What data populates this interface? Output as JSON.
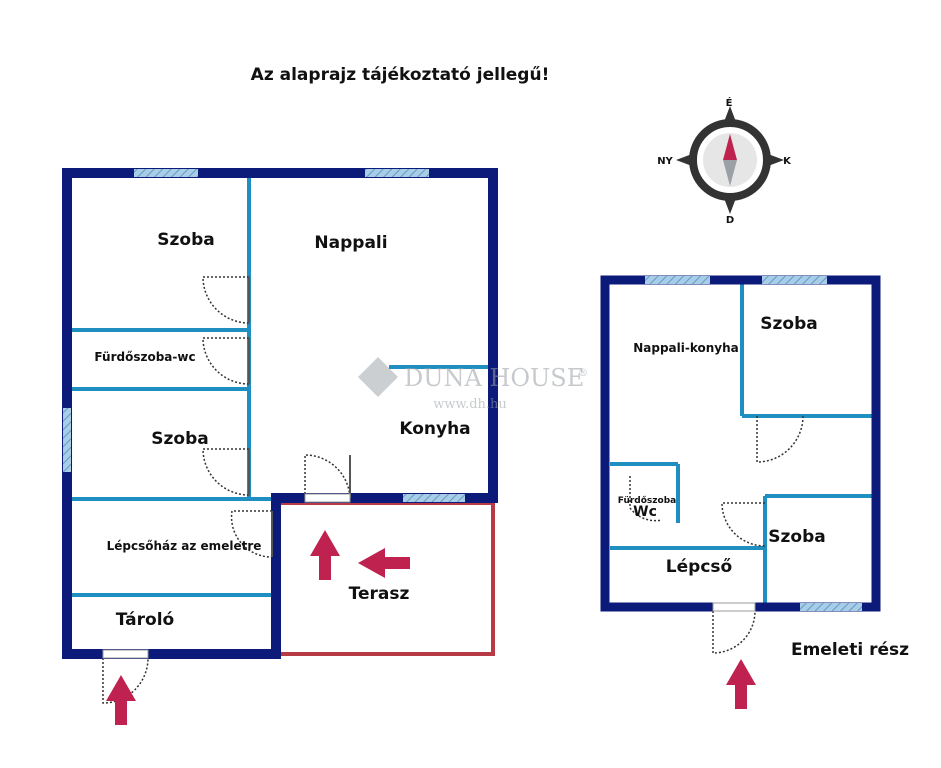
{
  "header": {
    "note": "Az alaprajz tájékoztató jellegű!"
  },
  "compass": {
    "north": "É",
    "south": "D",
    "east": "K",
    "west": "NY"
  },
  "watermark": {
    "brand": "DUNA HOUSE",
    "registered": "®",
    "url": "www.dh.hu"
  },
  "ground_floor": {
    "rooms": {
      "szoba_top": "Szoba",
      "nappali": "Nappali",
      "furdo": "Fürdőszoba-wc",
      "szoba_mid": "Szoba",
      "konyha": "Konyha",
      "lepcsohaz": "Lépcsőház az emeletre",
      "tarolo": "Tároló",
      "terasz": "Terasz"
    }
  },
  "upper_floor": {
    "title": "Emeleti rész",
    "rooms": {
      "nappali_konyha": "Nappali-konyha",
      "szoba_top": "Szoba",
      "furdo_line1": "Fürdőszoba",
      "furdo_line2": "Wc",
      "szoba_bottom": "Szoba",
      "lepcso": "Lépcső"
    }
  },
  "colors": {
    "outer_wall": "#0c1a7a",
    "inner_wall": "#1e8fc0",
    "window": "#8fb8d8",
    "terrace": "#b83a44",
    "arrow": "#c0224f",
    "door": "#333333"
  }
}
